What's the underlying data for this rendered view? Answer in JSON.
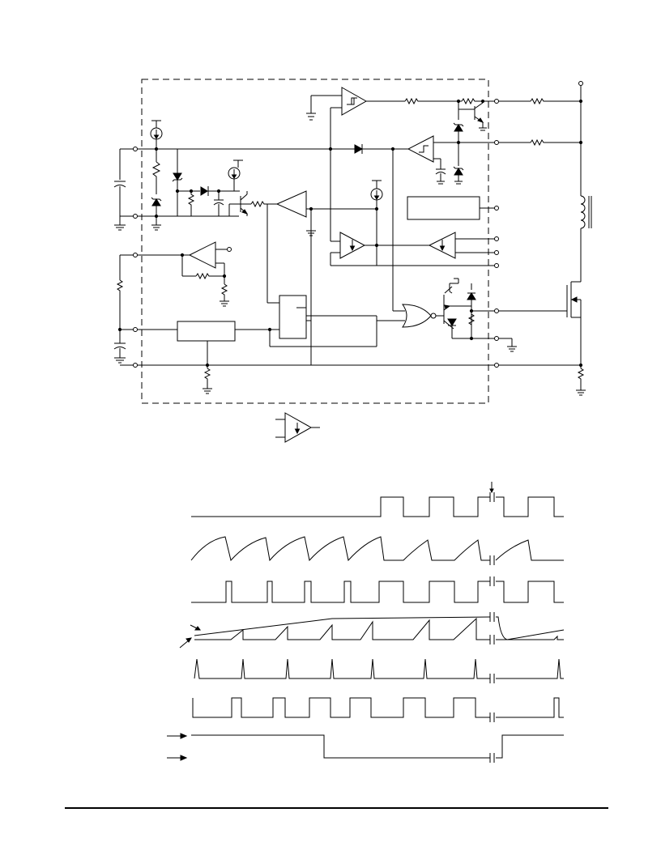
{
  "document": {
    "figures": [
      {
        "id": "block-diagram",
        "kind": "schematic",
        "labels": []
      },
      {
        "id": "legend-symbol",
        "kind": "schematic",
        "labels": []
      },
      {
        "id": "timing-diagram",
        "kind": "waveforms",
        "traces": 8,
        "labels": []
      }
    ]
  }
}
